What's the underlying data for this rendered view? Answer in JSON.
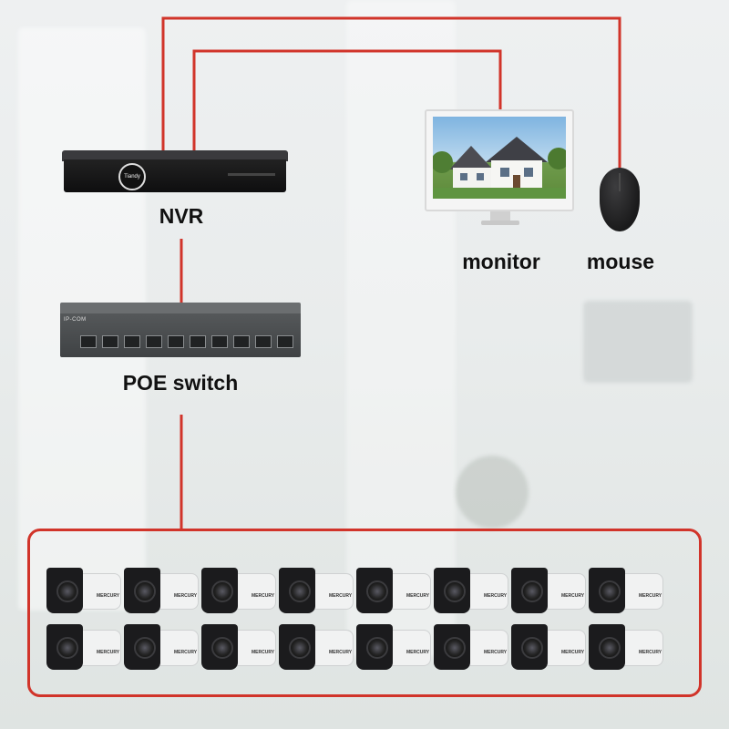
{
  "labels": {
    "nvr": "NVR",
    "monitor": "monitor",
    "mouse": "mouse",
    "poe_switch": "POE switch"
  },
  "devices": {
    "nvr_logo": "Tiandy",
    "switch_brand": "IP-COM",
    "camera_brand": "MERCURY",
    "camera_count": 16,
    "camera_rows": 2,
    "cameras_per_row": 8,
    "switch_port_count": 10
  },
  "colors": {
    "wire": "#d1342a",
    "label": "#111111"
  },
  "icons": {
    "nvr": "nvr-recorder-icon",
    "monitor": "monitor-icon",
    "mouse": "mouse-icon",
    "switch": "network-switch-icon",
    "camera": "bullet-camera-icon"
  }
}
